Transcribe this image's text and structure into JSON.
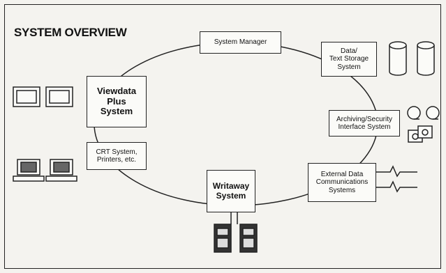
{
  "title": "SYSTEM OVERVIEW",
  "nodes": {
    "system_manager": "System Manager",
    "data_text_storage": "Data/\nText Storage\nSystem",
    "viewdata_plus": "Viewdata\nPlus\nSystem",
    "archiving_security": "Archiving/Security\nInterface System",
    "crt_system": "CRT System,\nPrinters, etc.",
    "external_data": "External Data\nCommunications\nSystems",
    "writaway": "Writaway\nSystem"
  }
}
